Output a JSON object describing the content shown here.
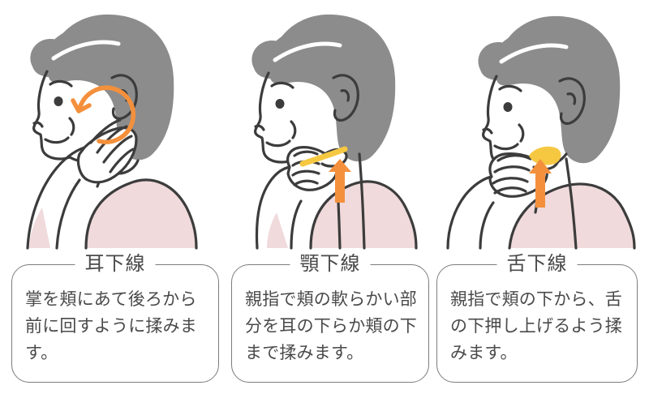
{
  "page": {
    "background_color": "#ffffff",
    "topic": "salivary-gland-massage-instructions"
  },
  "palette": {
    "outline": "#3c3c3c",
    "hair": "#8c8c8c",
    "skin_fill": "#ffffff",
    "shirt_pink": "#f0dadb",
    "arrow_orange": "#f4903c",
    "highlight_yellow": "#f6c842",
    "card_border": "#7c7c7c",
    "text": "#4a4a4a"
  },
  "panels": [
    {
      "id": "panel-1",
      "title": "耳下線",
      "body": "掌を頬にあて後ろから前に回すように揉みます。",
      "illustration": {
        "name": "woman-massaging-parotid-gland",
        "marker": "circular-arrow",
        "marker_color": "#f4903c",
        "hand_pose": "flat-palm-on-cheek"
      }
    },
    {
      "id": "panel-2",
      "title": "顎下線",
      "body": "親指で頬の軟らかい部分を耳の下らか頬の下まで揉みます。",
      "illustration": {
        "name": "woman-massaging-submandibular-gland",
        "marker": "up-arrow",
        "marker_color": "#f4903c",
        "highlight": "jawline-yellow-streak",
        "highlight_color": "#f6c842",
        "hand_pose": "fist-under-jaw"
      }
    },
    {
      "id": "panel-3",
      "title": "舌下線",
      "body": "親指で頬の下から、舌の下押し上げるよう揉みます。",
      "illustration": {
        "name": "woman-massaging-sublingual-gland",
        "marker": "up-arrow",
        "marker_color": "#f4903c",
        "highlight": "under-chin-yellow-blob",
        "highlight_color": "#f6c842",
        "hand_pose": "thumbs-under-chin"
      }
    }
  ]
}
